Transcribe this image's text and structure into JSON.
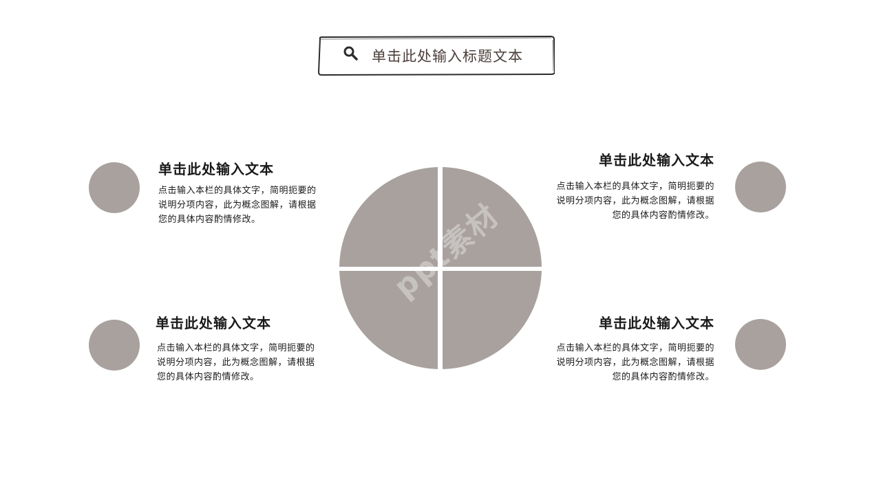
{
  "title": {
    "text": "单击此处输入标题文本",
    "icon": "search-icon"
  },
  "colors": {
    "shape": "#a8a19e",
    "title_text": "#4a3f3a",
    "body_text": "#1a1a1a"
  },
  "items": [
    {
      "heading": "单击此处输入文本",
      "lines": [
        "点击输入本栏的具体文字，简明扼要的",
        "说明分项内容，此为概念图解，请根据",
        "您的具体内容酌情修改。"
      ]
    },
    {
      "heading": "单击此处输入文本",
      "lines": [
        "点击输入本栏的具体文字，简明扼要的",
        "说明分项内容，此为概念图解，请根据",
        "您的具体内容酌情修改。"
      ]
    },
    {
      "heading": "单击此处输入文本",
      "lines": [
        "点击输入本栏的具体文字，简明扼要的",
        "说明分项内容，此为概念图解，请根据",
        "您的具体内容酌情修改。"
      ]
    },
    {
      "heading": "单击此处输入文本",
      "lines": [
        "点击输入本栏的具体文字，简明扼要的",
        "说明分项内容，此为概念图解，请根据",
        "您的具体内容酌情修改。"
      ]
    }
  ],
  "watermark": "ppt素材"
}
